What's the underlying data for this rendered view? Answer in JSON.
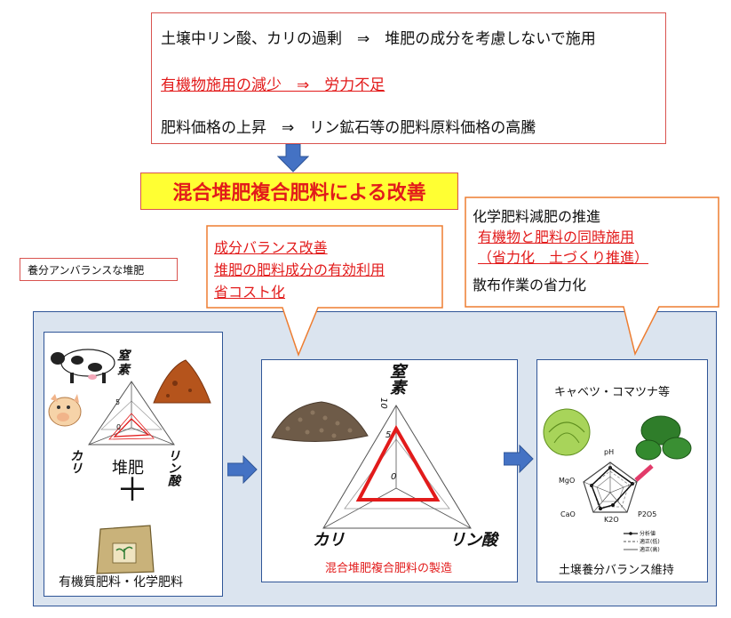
{
  "top_box": {
    "line1": "土壌中リン酸、カリの過剰　⇒　堆肥の成分を考慮しないで施用",
    "line2": "有機物施用の減少　⇒　労力不足",
    "line3": "肥料価格の上昇　⇒　リン鉱石等の肥料原料価格の高騰"
  },
  "main_title": "混合堆肥複合肥料による改善",
  "left_note": "養分アンバランスな堆肥",
  "callout_mid": {
    "line1": "成分バランス改善",
    "line2": "堆肥の肥料成分の有効利用",
    "line3": "省コスト化"
  },
  "callout_right": {
    "line1": "化学肥料減肥の推進",
    "line2": "有機物と肥料の同時施用",
    "line3": "（省力化　土づくり推進）",
    "line4": "散布作業の省力化"
  },
  "panel_left": {
    "axis_top": "窒素",
    "axis_left": "カリ",
    "axis_right": "リン酸",
    "center_label": "堆肥",
    "plus": "＋",
    "tick_5": "5",
    "tick_0": "0",
    "caption": "有機質肥料・化学肥料"
  },
  "panel_mid": {
    "axis_top": "窒素",
    "axis_left": "カリ",
    "axis_right": "リン酸",
    "tick_10": "10",
    "tick_5": "5",
    "tick_0": "0",
    "caption": "混合堆肥複合肥料の製造"
  },
  "panel_right": {
    "title": "キャベツ・コマツナ等",
    "caption": "土壌養分バランス維持",
    "radar_labels": [
      "pH",
      "P2O5",
      "K2O",
      "CaO",
      "MgO"
    ],
    "legend": [
      "分析値",
      "適正(低)",
      "適正(高)"
    ]
  },
  "colors": {
    "red_text": "#e21b1b",
    "border_red": "#d9534f",
    "callout_border": "#ed7d31",
    "panel_blue": "#2f5597",
    "bg_blue": "#dbe4ef",
    "arrow_blue": "#4472c4",
    "title_yellow": "#ffff33"
  }
}
